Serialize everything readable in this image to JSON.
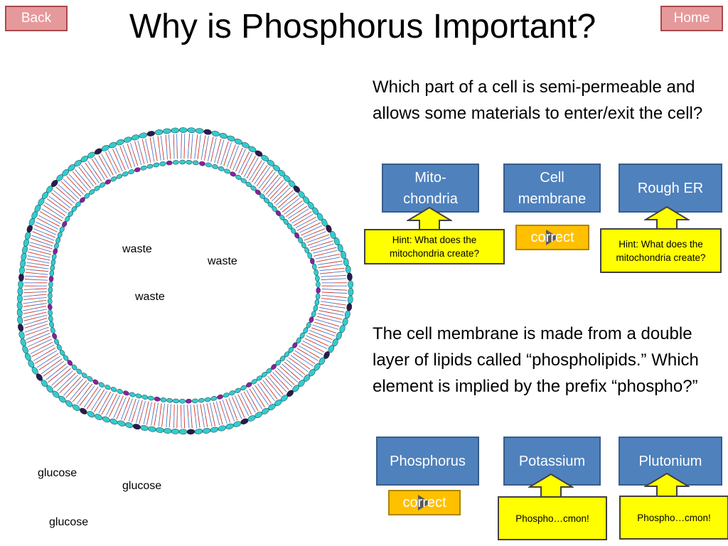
{
  "nav": {
    "back_label": "Back",
    "home_label": "Home"
  },
  "title": "Why is Phosphorus Important?",
  "question1": {
    "text": "Which part of a cell is semi-permeable and allows some materials to enter/exit the cell?",
    "answers": [
      "Mito-\nchondria",
      "Cell\nmembrane",
      "Rough ER"
    ],
    "hint_left": "Hint: What does the mitochondria create?",
    "feedback_correct": "correct",
    "hint_right": "Hint: What does the mitochondria create?"
  },
  "question2": {
    "text": "The cell membrane is made from a double layer of lipids called “phospholipids.” Which element is implied by the prefix “phospho?”",
    "answers": [
      "Phosphorus",
      "Potassium",
      "Plutonium"
    ],
    "feedback_correct": "correct",
    "hint_middle": "Phospho…cmon!",
    "hint_right": "Phospho…cmon!"
  },
  "diagram": {
    "waste_labels": [
      "waste",
      "waste",
      "waste"
    ],
    "glucose_labels": [
      "glucose",
      "glucose",
      "glucose"
    ],
    "colors": {
      "head_cyan": "#33cccc",
      "head_dark": "#2b1a4a",
      "head_purple": "#8a1fa0",
      "tail_red": "#cc3322",
      "tail_blue": "#4a7bd0"
    }
  },
  "colors": {
    "answer_fill": "#4f81bd",
    "correct_fill": "#ffc000",
    "hint_fill": "#ffff00",
    "nav_fill": "#e6999b"
  }
}
